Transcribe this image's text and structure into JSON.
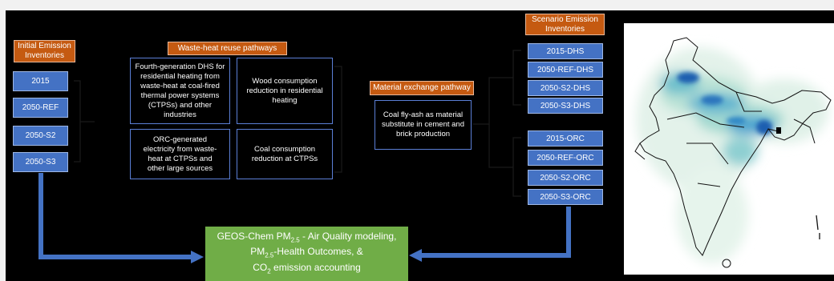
{
  "headers": {
    "initial": "Initial Emission Inventories",
    "waste_heat": "Waste-heat reuse pathways",
    "material": "Material exchange pathway",
    "scenario": "Scenario Emission Inventories"
  },
  "initial_items": [
    "2015",
    "2050-REF",
    "2050-S2",
    "2050-S3"
  ],
  "pathways": [
    "Fourth-generation DHS for residential heating from waste-heat at coal-fired thermal power systems (CTPSs) and other industries",
    "Wood consumption reduction in residential heating",
    "ORC-generated electricity from waste-heat at CTPSs and other large sources",
    "Coal consumption reduction at CTPSs"
  ],
  "material_text": "Coal fly-ash as material substitute in cement and brick production",
  "scenario_dhs": [
    "2015-DHS",
    "2050-REF-DHS",
    "2050-S2-DHS",
    "2050-S3-DHS"
  ],
  "scenario_orc": [
    "2015-ORC",
    "2050-REF-ORC",
    "2050-S2-ORC",
    "2050-S3-ORC"
  ],
  "model": {
    "line1_a": "GEOS-Chem PM",
    "line1_sub": "2.5",
    "line1_b": " - Air Quality modeling,",
    "line2_a": "PM",
    "line2_sub": "2.5",
    "line2_b": "-Health Outcomes, &",
    "line3_a": "CO",
    "line3_sub": "2",
    "line3_b": " emission accounting"
  },
  "colors": {
    "orange": "#c55a11",
    "blue": "#4472c4",
    "green": "#70ad47",
    "arrow": "#4472c4",
    "map_high": "#1f5fb0",
    "map_low": "#d8efe3"
  }
}
